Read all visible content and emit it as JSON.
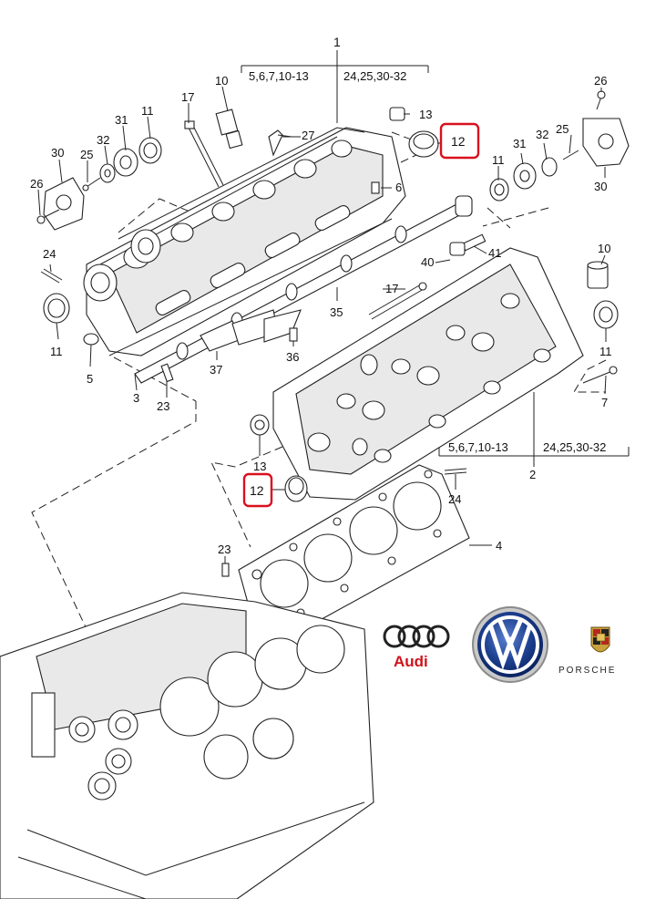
{
  "callouts": {
    "c1": "1",
    "group_top_left": "5,6,7,10-13",
    "group_top_right": "24,25,30-32",
    "c10_top": "10",
    "c17_top": "17",
    "c13_top": "13",
    "c12_top": "12",
    "c27": "27",
    "c31_left": "31",
    "c11_top_left": "11",
    "c32_left": "32",
    "c30_left": "30",
    "c25_left": "25",
    "c26_left": "26",
    "c26_right": "26",
    "c25_right": "25",
    "c32_right": "32",
    "c31_right": "31",
    "c11_right_top": "11",
    "c30_right": "30",
    "c6": "6",
    "c41": "41",
    "c40": "40",
    "c10_right": "10",
    "c24_top": "24",
    "c11_left": "11",
    "c5": "5",
    "c17_mid": "17",
    "c35": "35",
    "c36": "36",
    "c37": "37",
    "c3": "3",
    "c23_top": "23",
    "c11_right_bottom": "11",
    "c7": "7",
    "c13_bottom": "13",
    "c12_bottom": "12",
    "group_bottom_left": "5,6,7,10-13",
    "group_bottom_right": "24,25,30-32",
    "c2": "2",
    "c24_bottom": "24",
    "c4": "4",
    "c23_bottom": "23"
  },
  "logos": {
    "audi": "Audi",
    "porsche": "PORSCHE"
  },
  "colors": {
    "highlight": "#d9101d",
    "audi_red": "#d0121b",
    "vw_blue": "#1d3f8f",
    "line": "#222222"
  }
}
